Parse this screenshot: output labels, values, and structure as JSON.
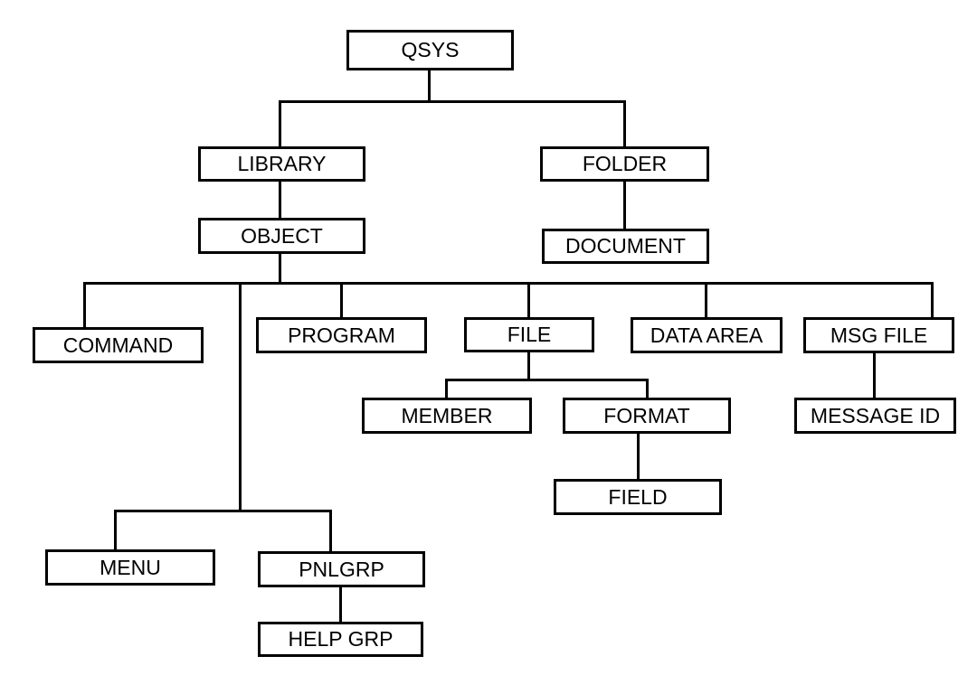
{
  "diagram": {
    "type": "tree",
    "nodes": {
      "qsys": {
        "label": "QSYS",
        "parent": null
      },
      "library": {
        "label": "LIBRARY",
        "parent": "qsys"
      },
      "folder": {
        "label": "FOLDER",
        "parent": "qsys"
      },
      "object": {
        "label": "OBJECT",
        "parent": "library"
      },
      "document": {
        "label": "DOCUMENT",
        "parent": "folder"
      },
      "command": {
        "label": "COMMAND",
        "parent": "object"
      },
      "program": {
        "label": "PROGRAM",
        "parent": "object"
      },
      "file": {
        "label": "FILE",
        "parent": "object"
      },
      "data_area": {
        "label": "DATA AREA",
        "parent": "object"
      },
      "msg_file": {
        "label": "MSG FILE",
        "parent": "object"
      },
      "menu": {
        "label": "MENU",
        "parent": "object"
      },
      "pnlgrp": {
        "label": "PNLGRP",
        "parent": "object"
      },
      "member": {
        "label": "MEMBER",
        "parent": "file"
      },
      "format": {
        "label": "FORMAT",
        "parent": "file"
      },
      "field": {
        "label": "FIELD",
        "parent": "format"
      },
      "message_id": {
        "label": "MESSAGE ID",
        "parent": "msg_file"
      },
      "help_grp": {
        "label": "HELP GRP",
        "parent": "pnlgrp"
      }
    },
    "colors": {
      "background": "#ffffff",
      "box_fill": "#ffffff",
      "box_border": "#000000",
      "line": "#000000",
      "text": "#000000"
    }
  }
}
